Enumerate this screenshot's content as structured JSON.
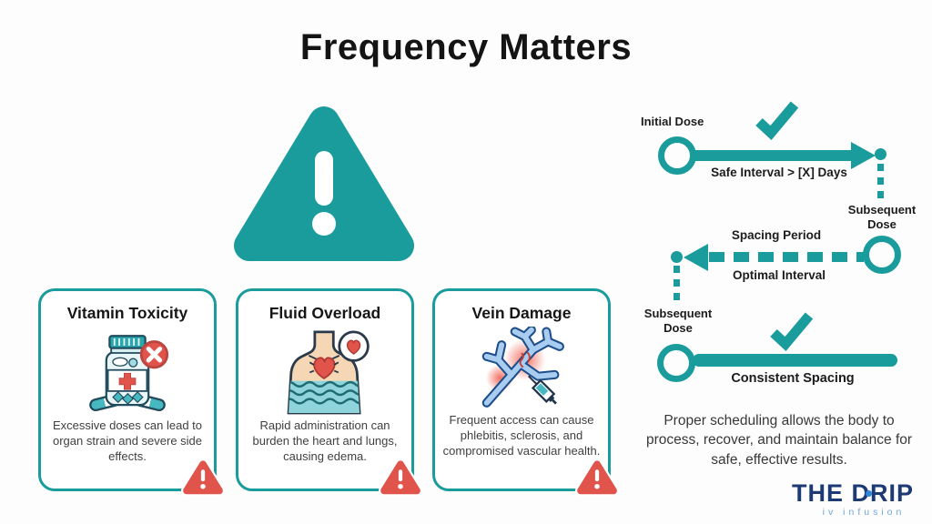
{
  "header": {
    "title": "Frequency Matters"
  },
  "hero": {
    "icon": "warning-triangle-icon"
  },
  "cards": [
    {
      "title": "Vitamin Toxicity",
      "icon": "pill-bottle-icon",
      "description": "Excessive doses can lead to organ strain and severe side effects."
    },
    {
      "title": "Fluid Overload",
      "icon": "torso-heart-icon",
      "description": "Rapid administration can burden the heart and lungs, causing edema."
    },
    {
      "title": "Vein Damage",
      "icon": "vein-syringe-icon",
      "description": "Frequent access can cause phlebitis, sclerosis, and compromised vascular health."
    }
  ],
  "timeline": {
    "row1": {
      "start_label": "Initial Dose",
      "interval_label": "Safe Interval > [X] Days",
      "end_label": "Subsequent Dose"
    },
    "row2": {
      "above_label": "Spacing Period",
      "below_label": "Optimal Interval",
      "end_label": "Subsequent Dose"
    },
    "row3": {
      "below_label": "Consistent Spacing"
    }
  },
  "summary": {
    "text": "Proper scheduling allows the body to process, recover, and maintain balance for safe, effective results."
  },
  "logo": {
    "name": "THE DRIP",
    "tagline": "iv infusion"
  },
  "colors": {
    "teal": "#1a9b9c",
    "alert_red": "#e0544c",
    "navy": "#1d3a75",
    "light_blue": "#6fa8d8",
    "ink": "#1b1b1b",
    "body_text": "#3c3c3c"
  }
}
